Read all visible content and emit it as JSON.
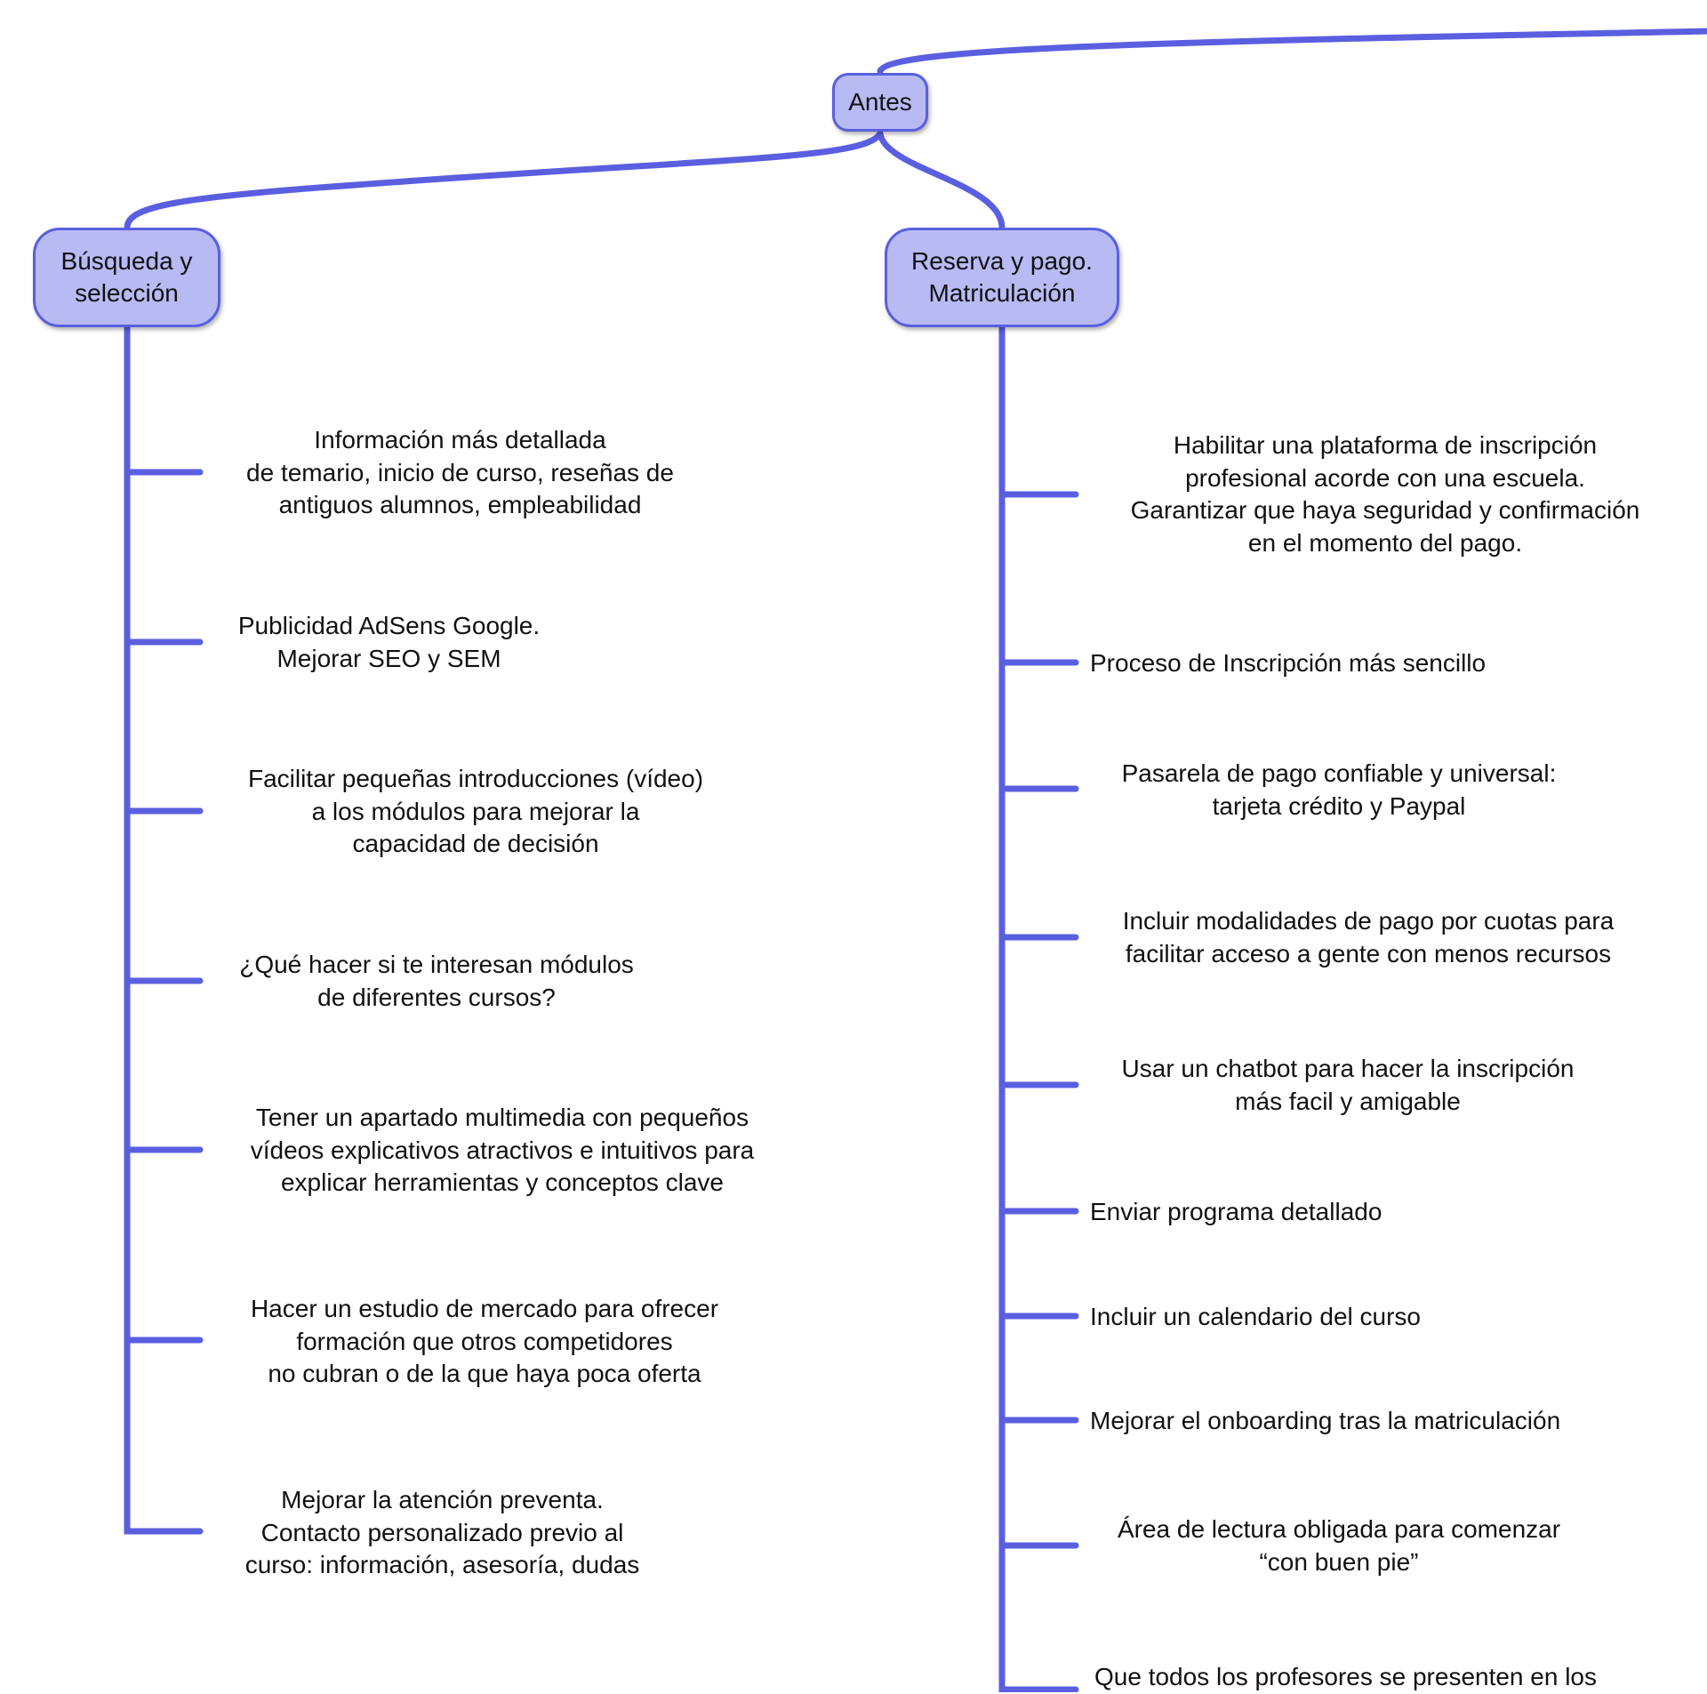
{
  "colors": {
    "line": "#5a5fe0",
    "node_fill": "#b8baf4",
    "node_border": "#5a5fe0",
    "text": "#111111"
  },
  "root": {
    "label": "Antes"
  },
  "branches": [
    {
      "label": "Búsqueda y\nselección",
      "items": [
        "Información más detallada\nde temario, inicio de curso, reseñas de\nantiguos alumnos, empleabilidad",
        "Publicidad AdSens Google.\nMejorar SEO y SEM",
        "Facilitar pequeñas introducciones (vídeo)\na los módulos para mejorar la\ncapacidad de decisión",
        "¿Qué hacer si te interesan módulos\nde diferentes cursos?",
        "Tener un apartado multimedia con pequeños\nvídeos explicativos atractivos e intuitivos para\nexplicar herramientas y conceptos clave",
        "Hacer un estudio de mercado para ofrecer\nformación que otros competidores\nno cubran o de la que haya poca oferta",
        "Mejorar la atención preventa.\nContacto personalizado previo al\ncurso: información, asesoría, dudas"
      ]
    },
    {
      "label": "Reserva y pago.\nMatriculación",
      "items": [
        "Habilitar una plataforma de inscripción\nprofesional acorde con una escuela.\nGarantizar que haya seguridad y confirmación\nen el momento del pago.",
        "Proceso de Inscripción más sencillo",
        "Pasarela de pago confiable y universal:\ntarjeta crédito y Paypal",
        "Incluir modalidades de pago por cuotas para\nfacilitar acceso a gente con menos recursos",
        "Usar un chatbot para hacer la inscripción\nmás facil y amigable",
        "Enviar programa detallado",
        "Incluir un calendario del curso",
        "Mejorar el onboarding tras la matriculación",
        "Área de lectura obligada para comenzar\n“con buen pie”",
        "Que todos los profesores se presenten en los"
      ]
    }
  ]
}
